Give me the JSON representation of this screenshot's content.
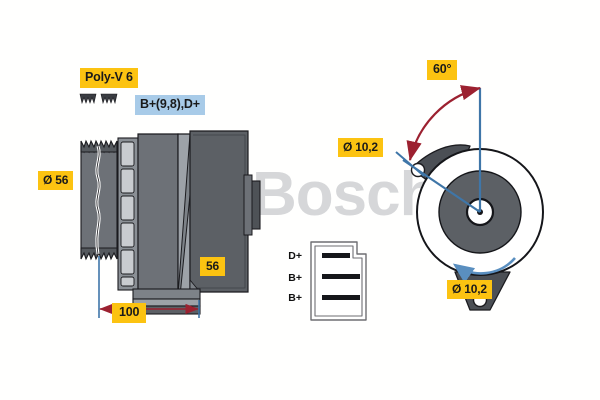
{
  "diagram": {
    "title": "Bosch alternator dimensional drawing",
    "watermark": {
      "copyright_symbol": "c",
      "brand": "Bosch"
    },
    "colors": {
      "callout_yellow": "#fcc311",
      "callout_blue": "#a8cbe8",
      "dimension_red": "#9c2130",
      "extension_blue": "#3f76a8",
      "rotation_blue": "#5a8fc0",
      "body_dark": "#55595e",
      "body_mid": "#6d7177",
      "body_light": "#9da2a8",
      "outline": "#1b1b1f",
      "watermark_gray": "#d6d7d9"
    },
    "callouts": [
      {
        "id": "pulley-type",
        "text": "Poly-V 6",
        "style": "yellow"
      },
      {
        "id": "terminals",
        "text": "B+(9,8),D+",
        "style": "blue"
      },
      {
        "id": "pulley-dia",
        "text": "Ø 56",
        "style": "yellow"
      },
      {
        "id": "foot-width",
        "text": "56",
        "style": "yellow"
      },
      {
        "id": "length",
        "text": "100",
        "style": "yellow"
      },
      {
        "id": "mount-angle",
        "text": "60°",
        "style": "yellow"
      },
      {
        "id": "upper-bore-dia",
        "text": "Ø 10,2",
        "style": "yellow"
      },
      {
        "id": "lower-bore-dia",
        "text": "Ø 10,2",
        "style": "yellow"
      }
    ],
    "terminal_block": {
      "labels": [
        "D+",
        "B+",
        "B+"
      ],
      "blade_count": 3
    },
    "views": {
      "side_view": {
        "name": "side elevation",
        "features": [
          "poly-v pulley",
          "stator housing",
          "slip-ring cover",
          "mounting foot"
        ]
      },
      "front_view": {
        "name": "front elevation",
        "features": [
          "housing circle",
          "rotor disc",
          "centre hub",
          "upper mounting ear",
          "lower mounting ear",
          "rotation arrow"
        ]
      }
    },
    "belt_profile_icons": 2
  }
}
